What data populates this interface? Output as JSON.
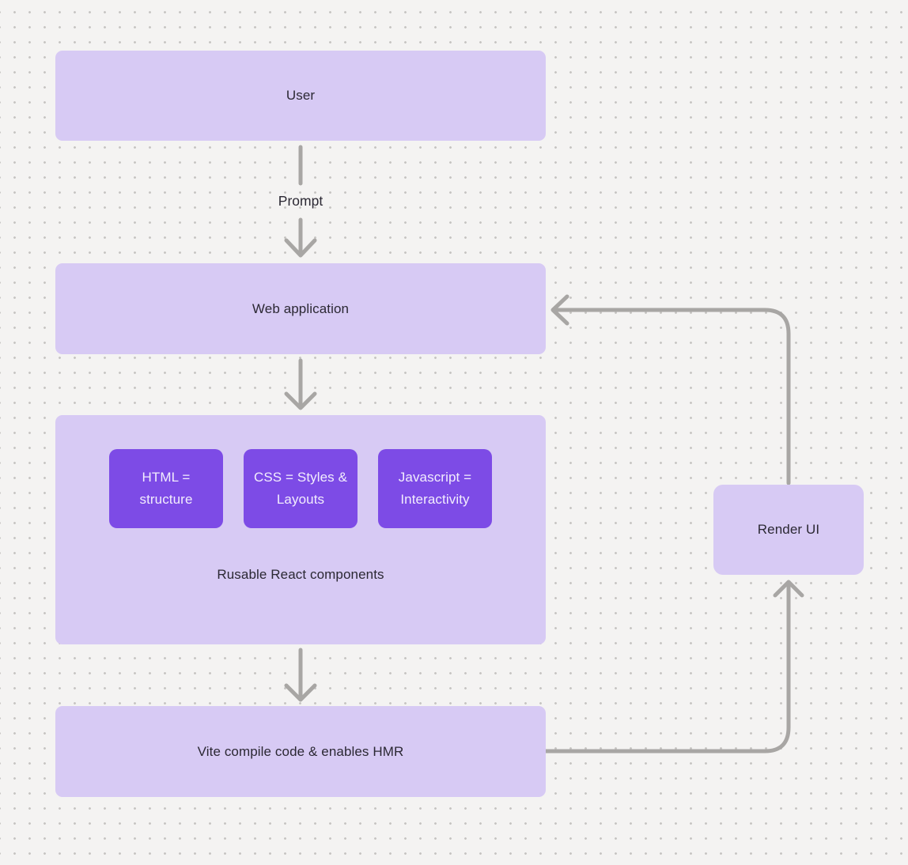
{
  "diagram": {
    "background_color": "#f4f3f2",
    "dot_grid_color": "#c7c5c3",
    "node_fill_light": "#d7caf4",
    "node_fill_accent": "#7d4be6",
    "edge_color": "#a8a6a4",
    "text_dark": "#2b2833",
    "text_light": "#f2edfd",
    "nodes": {
      "user": {
        "label": "User"
      },
      "web_application": {
        "label": "Web application"
      },
      "components": {
        "label": "Rusable React components",
        "children": [
          {
            "label": "HTML = structure"
          },
          {
            "label": "CSS = Styles & Layouts"
          },
          {
            "label": "Javascript = Interactivity"
          }
        ]
      },
      "vite": {
        "label": "Vite compile code & enables HMR"
      },
      "render_ui": {
        "label": "Render UI"
      }
    },
    "edges": {
      "user_to_web": {
        "label": "Prompt"
      },
      "web_to_components": {
        "label": ""
      },
      "components_to_vite": {
        "label": ""
      },
      "vite_to_render_ui": {
        "label": ""
      },
      "render_ui_to_web": {
        "label": ""
      }
    }
  }
}
